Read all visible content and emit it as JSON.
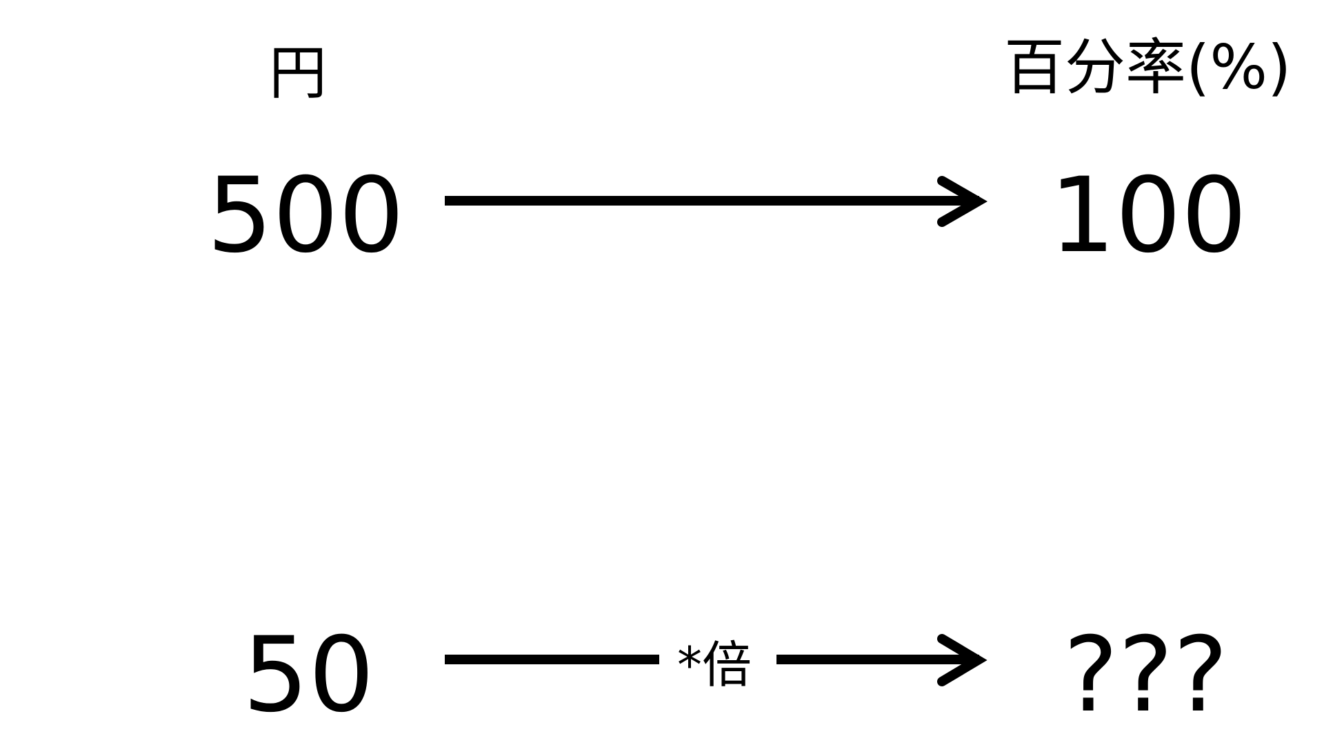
{
  "headers": {
    "left": "円",
    "right": "百分率(%)"
  },
  "rows": [
    {
      "left_value": "500",
      "right_value": "100",
      "arrow_label": ""
    },
    {
      "left_value": "50",
      "right_value": "???",
      "arrow_label": "*倍"
    }
  ],
  "colors": {
    "ink": "#000000",
    "background": "#ffffff"
  }
}
